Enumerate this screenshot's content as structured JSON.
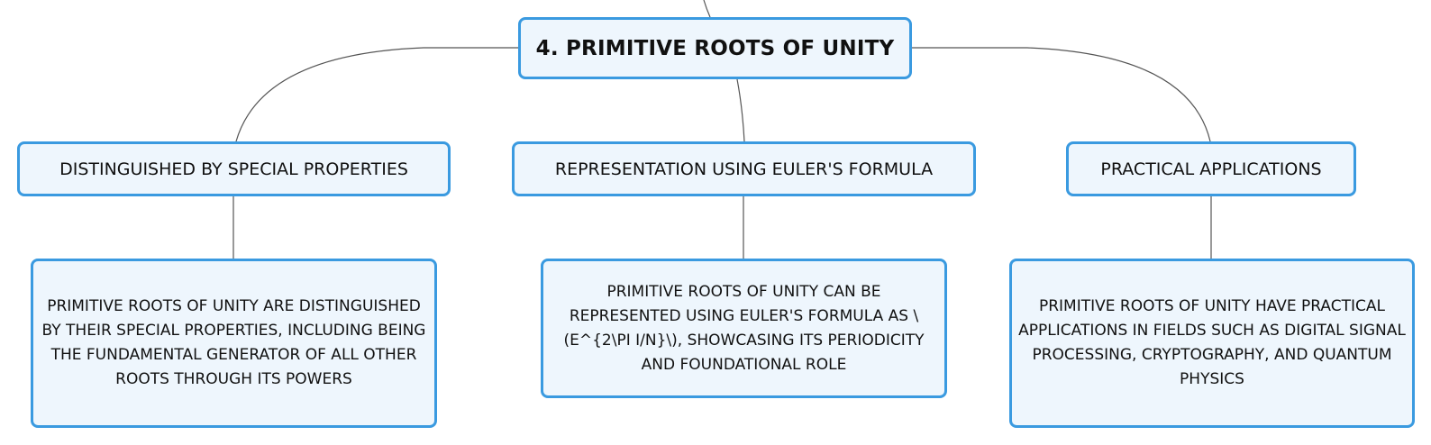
{
  "central_topic": {
    "label": "4. PRIMITIVE ROOTS OF UNITY"
  },
  "branches": [
    {
      "label": "DISTINGUISHED BY SPECIAL PROPERTIES",
      "detail": "PRIMITIVE ROOTS OF UNITY ARE DISTINGUISHED BY THEIR SPECIAL PROPERTIES, INCLUDING BEING THE FUNDAMENTAL GENERATOR OF ALL OTHER ROOTS THROUGH ITS POWERS"
    },
    {
      "label": "REPRESENTATION USING EULER'S FORMULA",
      "detail": "PRIMITIVE ROOTS OF UNITY CAN BE REPRESENTED USING EULER'S FORMULA AS \\(E^{2\\PI I/N}\\), SHOWCASING ITS PERIODICITY AND FOUNDATIONAL ROLE"
    },
    {
      "label": "PRACTICAL APPLICATIONS",
      "detail": "PRIMITIVE ROOTS OF UNITY HAVE PRACTICAL APPLICATIONS IN FIELDS SUCH AS DIGITAL SIGNAL PROCESSING, CRYPTOGRAPHY, AND QUANTUM PHYSICS"
    }
  ],
  "colors": {
    "node_border": "#3a9ae0",
    "node_fill": "#eef6fd",
    "connector": "#555555"
  }
}
